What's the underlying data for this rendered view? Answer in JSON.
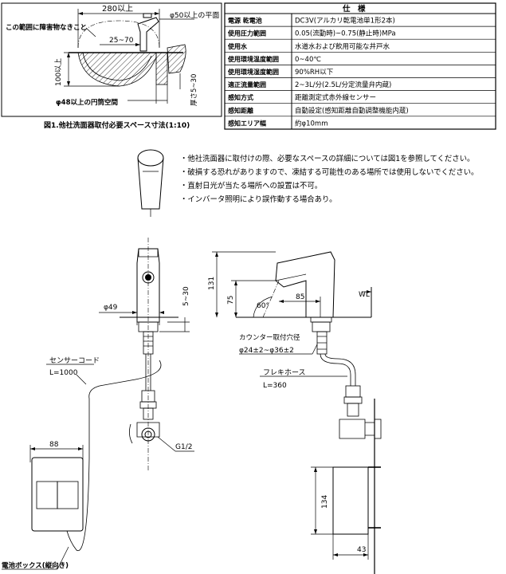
{
  "figure1": {
    "dim_width": "280以上",
    "dim_flat": "φ50以上の平面",
    "obstacle_note": "この範囲に障害物なきこと",
    "dim_range": "25~70",
    "dim_height": "100以上",
    "dim_thickness": "厚さ5~30",
    "dim_hole": "φ48以上の円筒空間",
    "caption": "図1.他社洗面器取付必要スペース寸法(1:10)"
  },
  "spec": {
    "title": "仕　様",
    "rows": [
      {
        "label": "電源 乾電池",
        "value": "DC3V(アルカリ乾電池単1形2本)"
      },
      {
        "label": "使用圧力範囲",
        "value": "0.05(流動時)~0.75(静止時)MPa"
      },
      {
        "label": "使用水",
        "value": "水道水および飲用可能な井戸水"
      },
      {
        "label": "使用環境温度範囲",
        "value": "0~40℃"
      },
      {
        "label": "使用環境湿度範囲",
        "value": "90%RH以下"
      },
      {
        "label": "適正流量範囲",
        "value": "2~3L/分(2.5L/分定流量弁内蔵)"
      },
      {
        "label": "感知方式",
        "value": "距離測定式赤外線センサー"
      },
      {
        "label": "感知距離",
        "value": "自動設定(感知距離自動調整機能内蔵)"
      },
      {
        "label": "感知エリア幅",
        "value": "約φ10mm"
      }
    ]
  },
  "notes": [
    "・他社洗面器に取付けの際、必要なスペースの詳細については図1を参照してください。",
    "・破損する恐れがありますので、凍結する可能性のある場所では使用しないでください。",
    "・直射日光が当たる場所への設置は不可。",
    "・インバータ照明により誤作動する場合あり。"
  ],
  "front_view": {
    "dim_diameter": "φ49",
    "dim_thickness": "5~30",
    "cord_label": "センサーコード",
    "cord_length": "L=1000",
    "thread": "G1/2"
  },
  "side_view": {
    "dim_height": "131",
    "dim_spout": "75",
    "dim_angle": "60°",
    "dim_reach": "85",
    "wl": "WL",
    "counter_hole": "カウンター取付穴径",
    "counter_hole_dims": "φ24±2~φ36±2",
    "hose_label": "フレキホース",
    "hose_length": "L=360"
  },
  "battery_box": {
    "dim_width": "88",
    "dim_height": "134",
    "dim_depth": "43",
    "label": "電池ボックス(縦向き)"
  }
}
